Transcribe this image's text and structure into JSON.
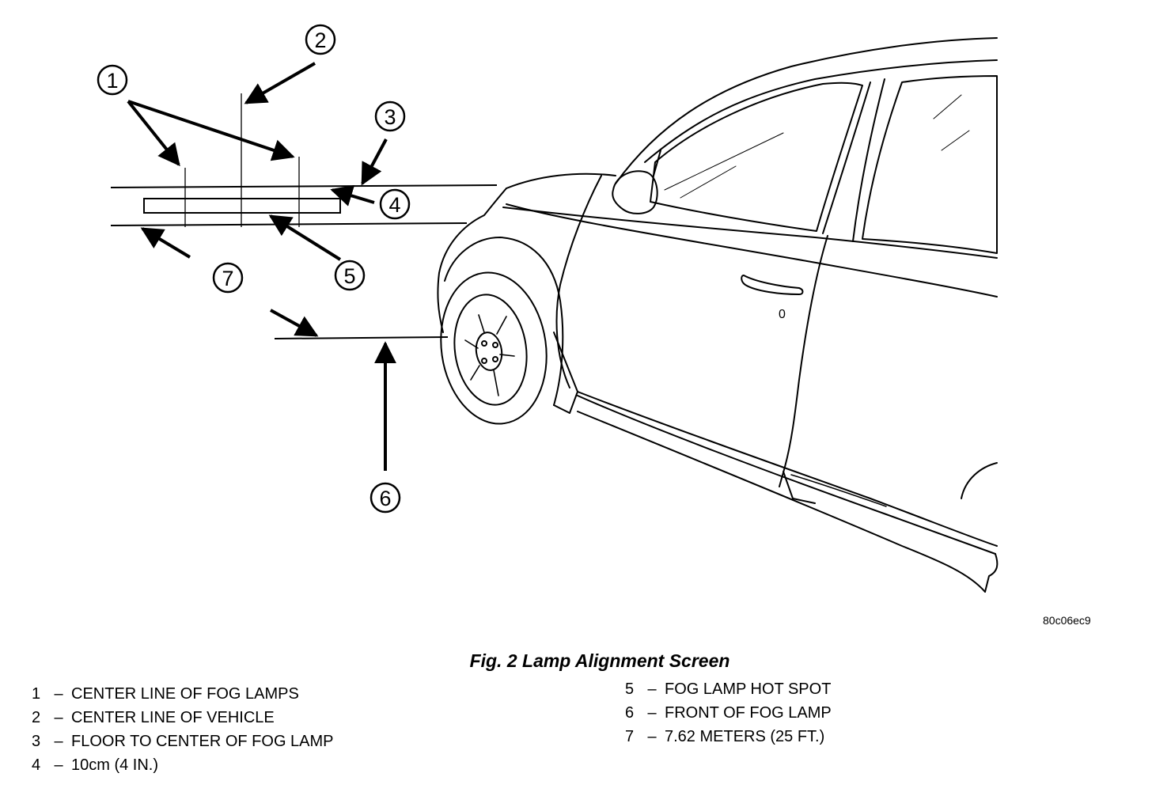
{
  "figure": {
    "caption": "Fig. 2 Lamp Alignment Screen",
    "image_code": "80c06ec9",
    "door_mark": "0"
  },
  "callouts": [
    "1",
    "2",
    "3",
    "4",
    "5",
    "6",
    "7"
  ],
  "legend": {
    "left": [
      {
        "num": "1",
        "dash": "–",
        "text": "CENTER LINE OF FOG LAMPS"
      },
      {
        "num": "2",
        "dash": "–",
        "text": "CENTER LINE OF VEHICLE"
      },
      {
        "num": "3",
        "dash": "–",
        "text": "FLOOR TO CENTER OF FOG LAMP"
      },
      {
        "num": "4",
        "dash": "–",
        "text": "10cm (4 IN.)"
      }
    ],
    "right": [
      {
        "num": "5",
        "dash": "–",
        "text": "FOG LAMP HOT SPOT"
      },
      {
        "num": "6",
        "dash": "–",
        "text": "FRONT OF FOG LAMP"
      },
      {
        "num": "7",
        "dash": "–",
        "text": "7.62 METERS (25 FT.)"
      }
    ]
  }
}
